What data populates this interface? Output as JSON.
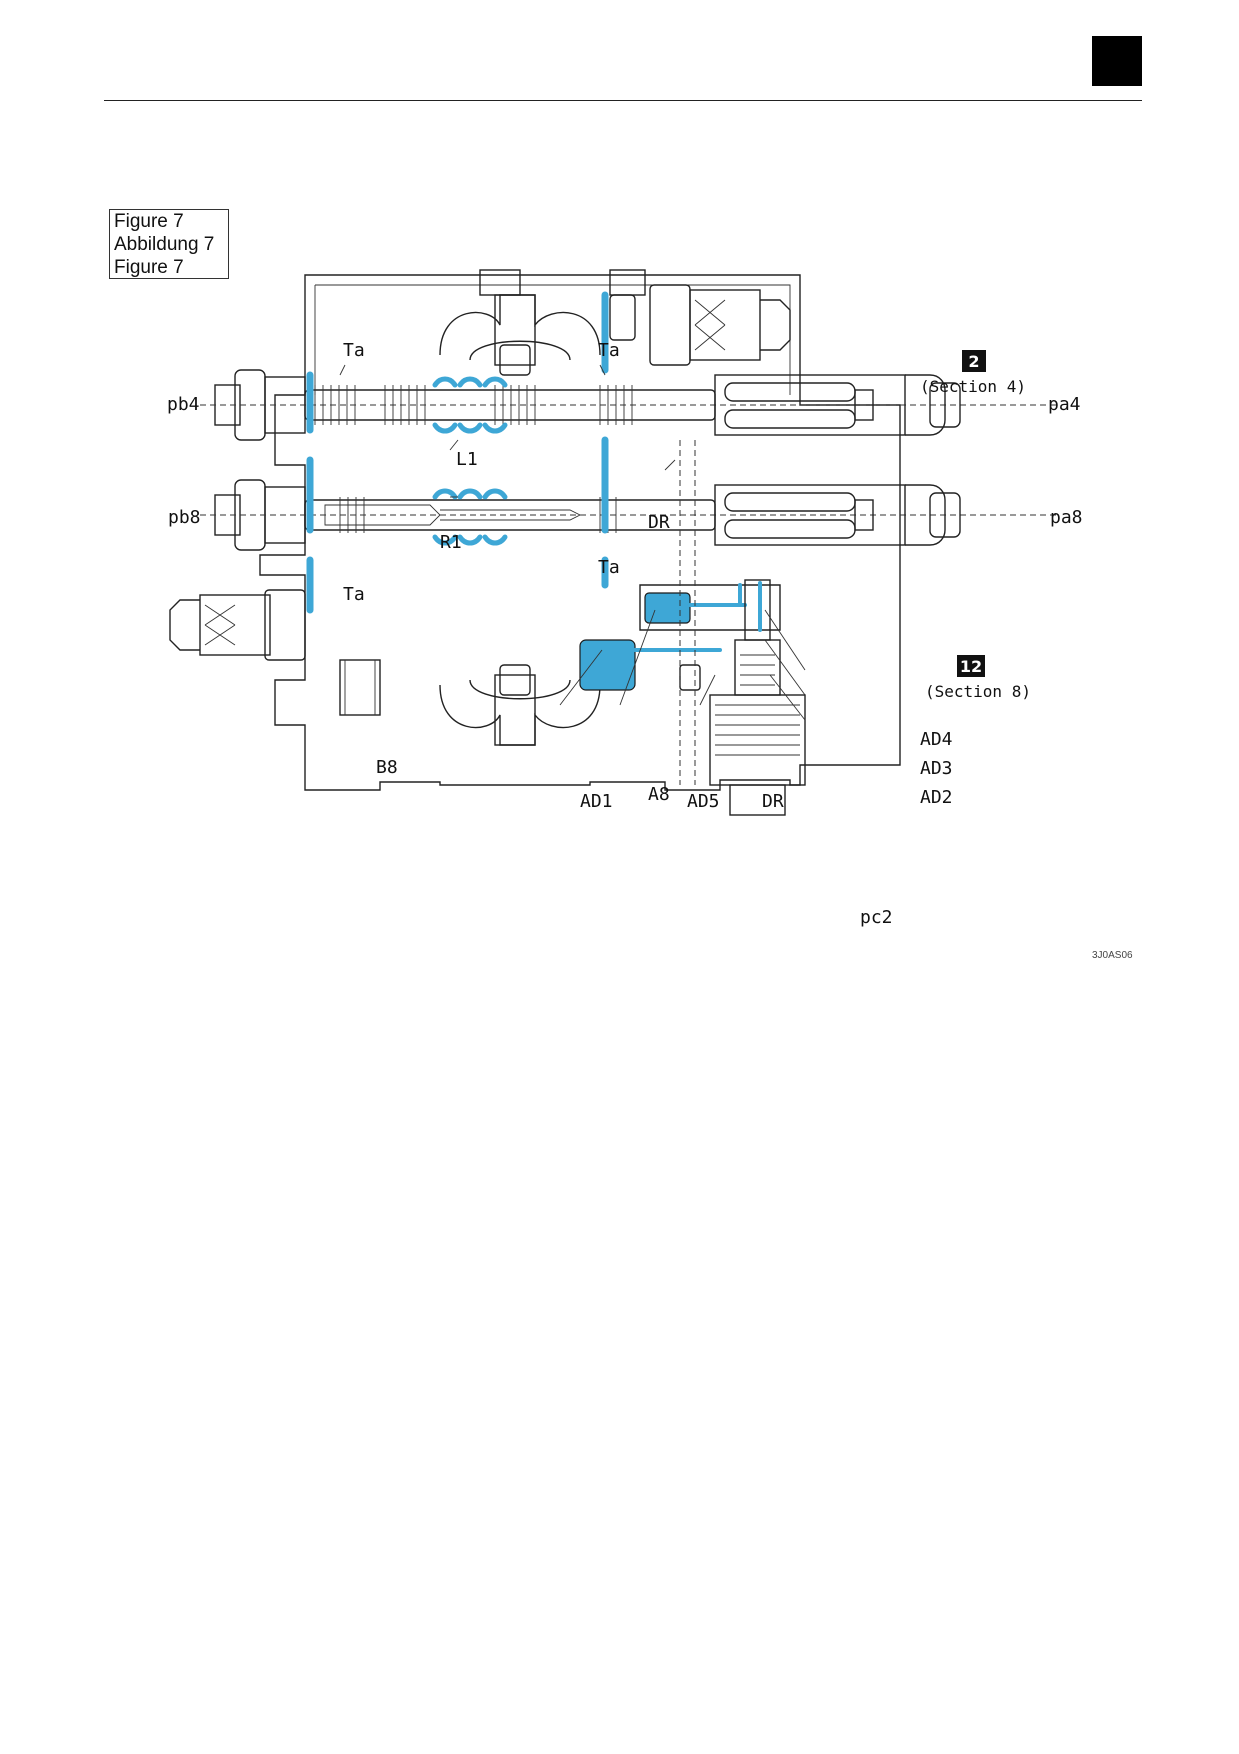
{
  "caption": {
    "line1": "Figure 7",
    "line2": "Abbildung 7",
    "line3": "Figure 7"
  },
  "diagram": {
    "labels": {
      "pb4": "pb4",
      "pa4": "pa4",
      "pb8": "pb8",
      "pa8": "pa8",
      "ta_top_left": "Ta",
      "ta_top_right": "Ta",
      "ta_bottom_left": "Ta",
      "ta_bottom_right": "Ta",
      "l1": "L1",
      "r1": "R1",
      "dr_mid": "DR",
      "b8": "B8",
      "ad1": "AD1",
      "a8": "A8",
      "ad5": "AD5",
      "dr_bottom": "DR",
      "ad4": "AD4",
      "ad3": "AD3",
      "ad2": "AD2",
      "pc2": "pc2"
    },
    "callouts": {
      "badge_top": "2",
      "section_top": "(Section 4)",
      "badge_bottom": "12",
      "section_bottom": "(Section 8)"
    }
  },
  "reference_code": "3J0AS06",
  "colors": {
    "oil_passage": "#3ea7d6",
    "ink": "#111111"
  }
}
